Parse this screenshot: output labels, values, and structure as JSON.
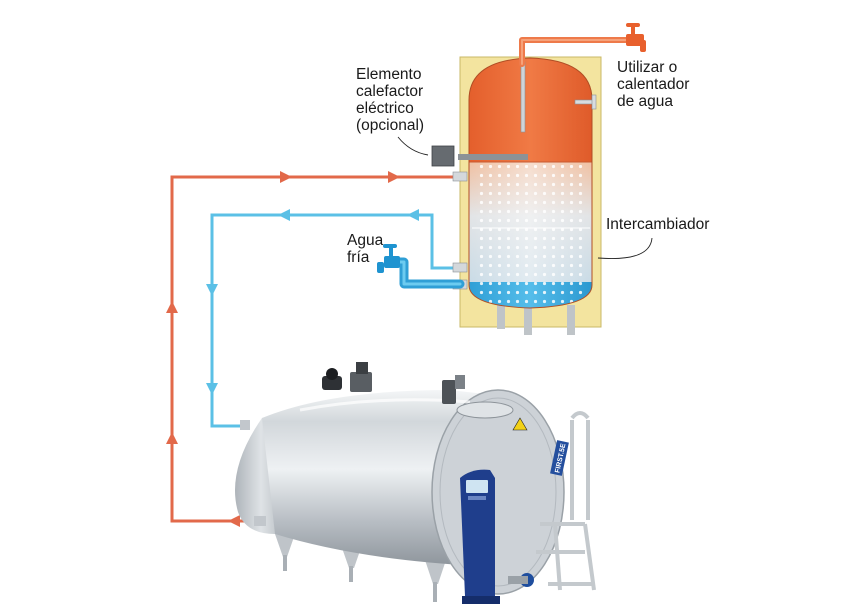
{
  "labels": {
    "heater": [
      "Elemento",
      "calefactor",
      "eléctrico",
      "(opcional)"
    ],
    "use_heater": [
      "Utilizar o",
      "calentador",
      "de agua"
    ],
    "cold_water": [
      "Agua",
      "fría"
    ],
    "exchanger": "Intercambiador"
  },
  "tank_badge": "FIRST.5E",
  "colors": {
    "hot_line": "#e2694a",
    "cold_line": "#5bc0e6",
    "boiler_case": "#f3e49f",
    "hot_water": "#e8693a",
    "cold_water": "#37a9df",
    "steel": "#c9ced3",
    "control_panel": "#1f3e8c"
  },
  "icons": [
    "hot-tap-icon",
    "cold-tap-icon",
    "arrow-icon"
  ]
}
